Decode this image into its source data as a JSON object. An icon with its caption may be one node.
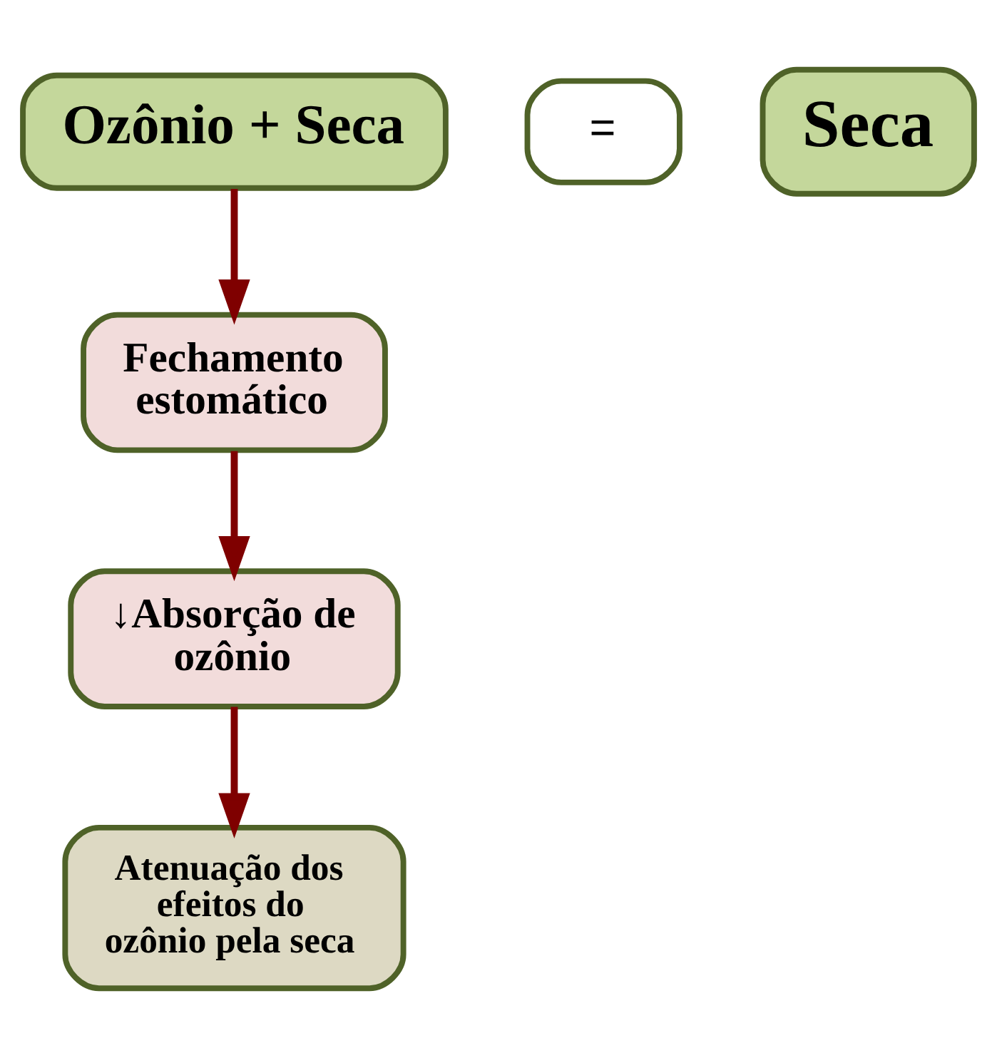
{
  "diagram": {
    "nodes": [
      {
        "text": [
          "Ozônio + Seca"
        ]
      },
      {
        "text": [
          "="
        ]
      },
      {
        "text": [
          "Seca"
        ]
      },
      {
        "text": [
          "Fechamento estomático"
        ]
      },
      {
        "text": [
          "↓Absorção de ozônio"
        ]
      },
      {
        "text": [
          "Atenuação dos efeitos do ozônio pela seca"
        ]
      }
    ],
    "edges": [
      {
        "from": 0,
        "to": 3,
        "arrow": "to"
      },
      {
        "from": 3,
        "to": 4,
        "arrow": "to"
      },
      {
        "from": 4,
        "to": 5,
        "arrow": "to"
      }
    ]
  }
}
